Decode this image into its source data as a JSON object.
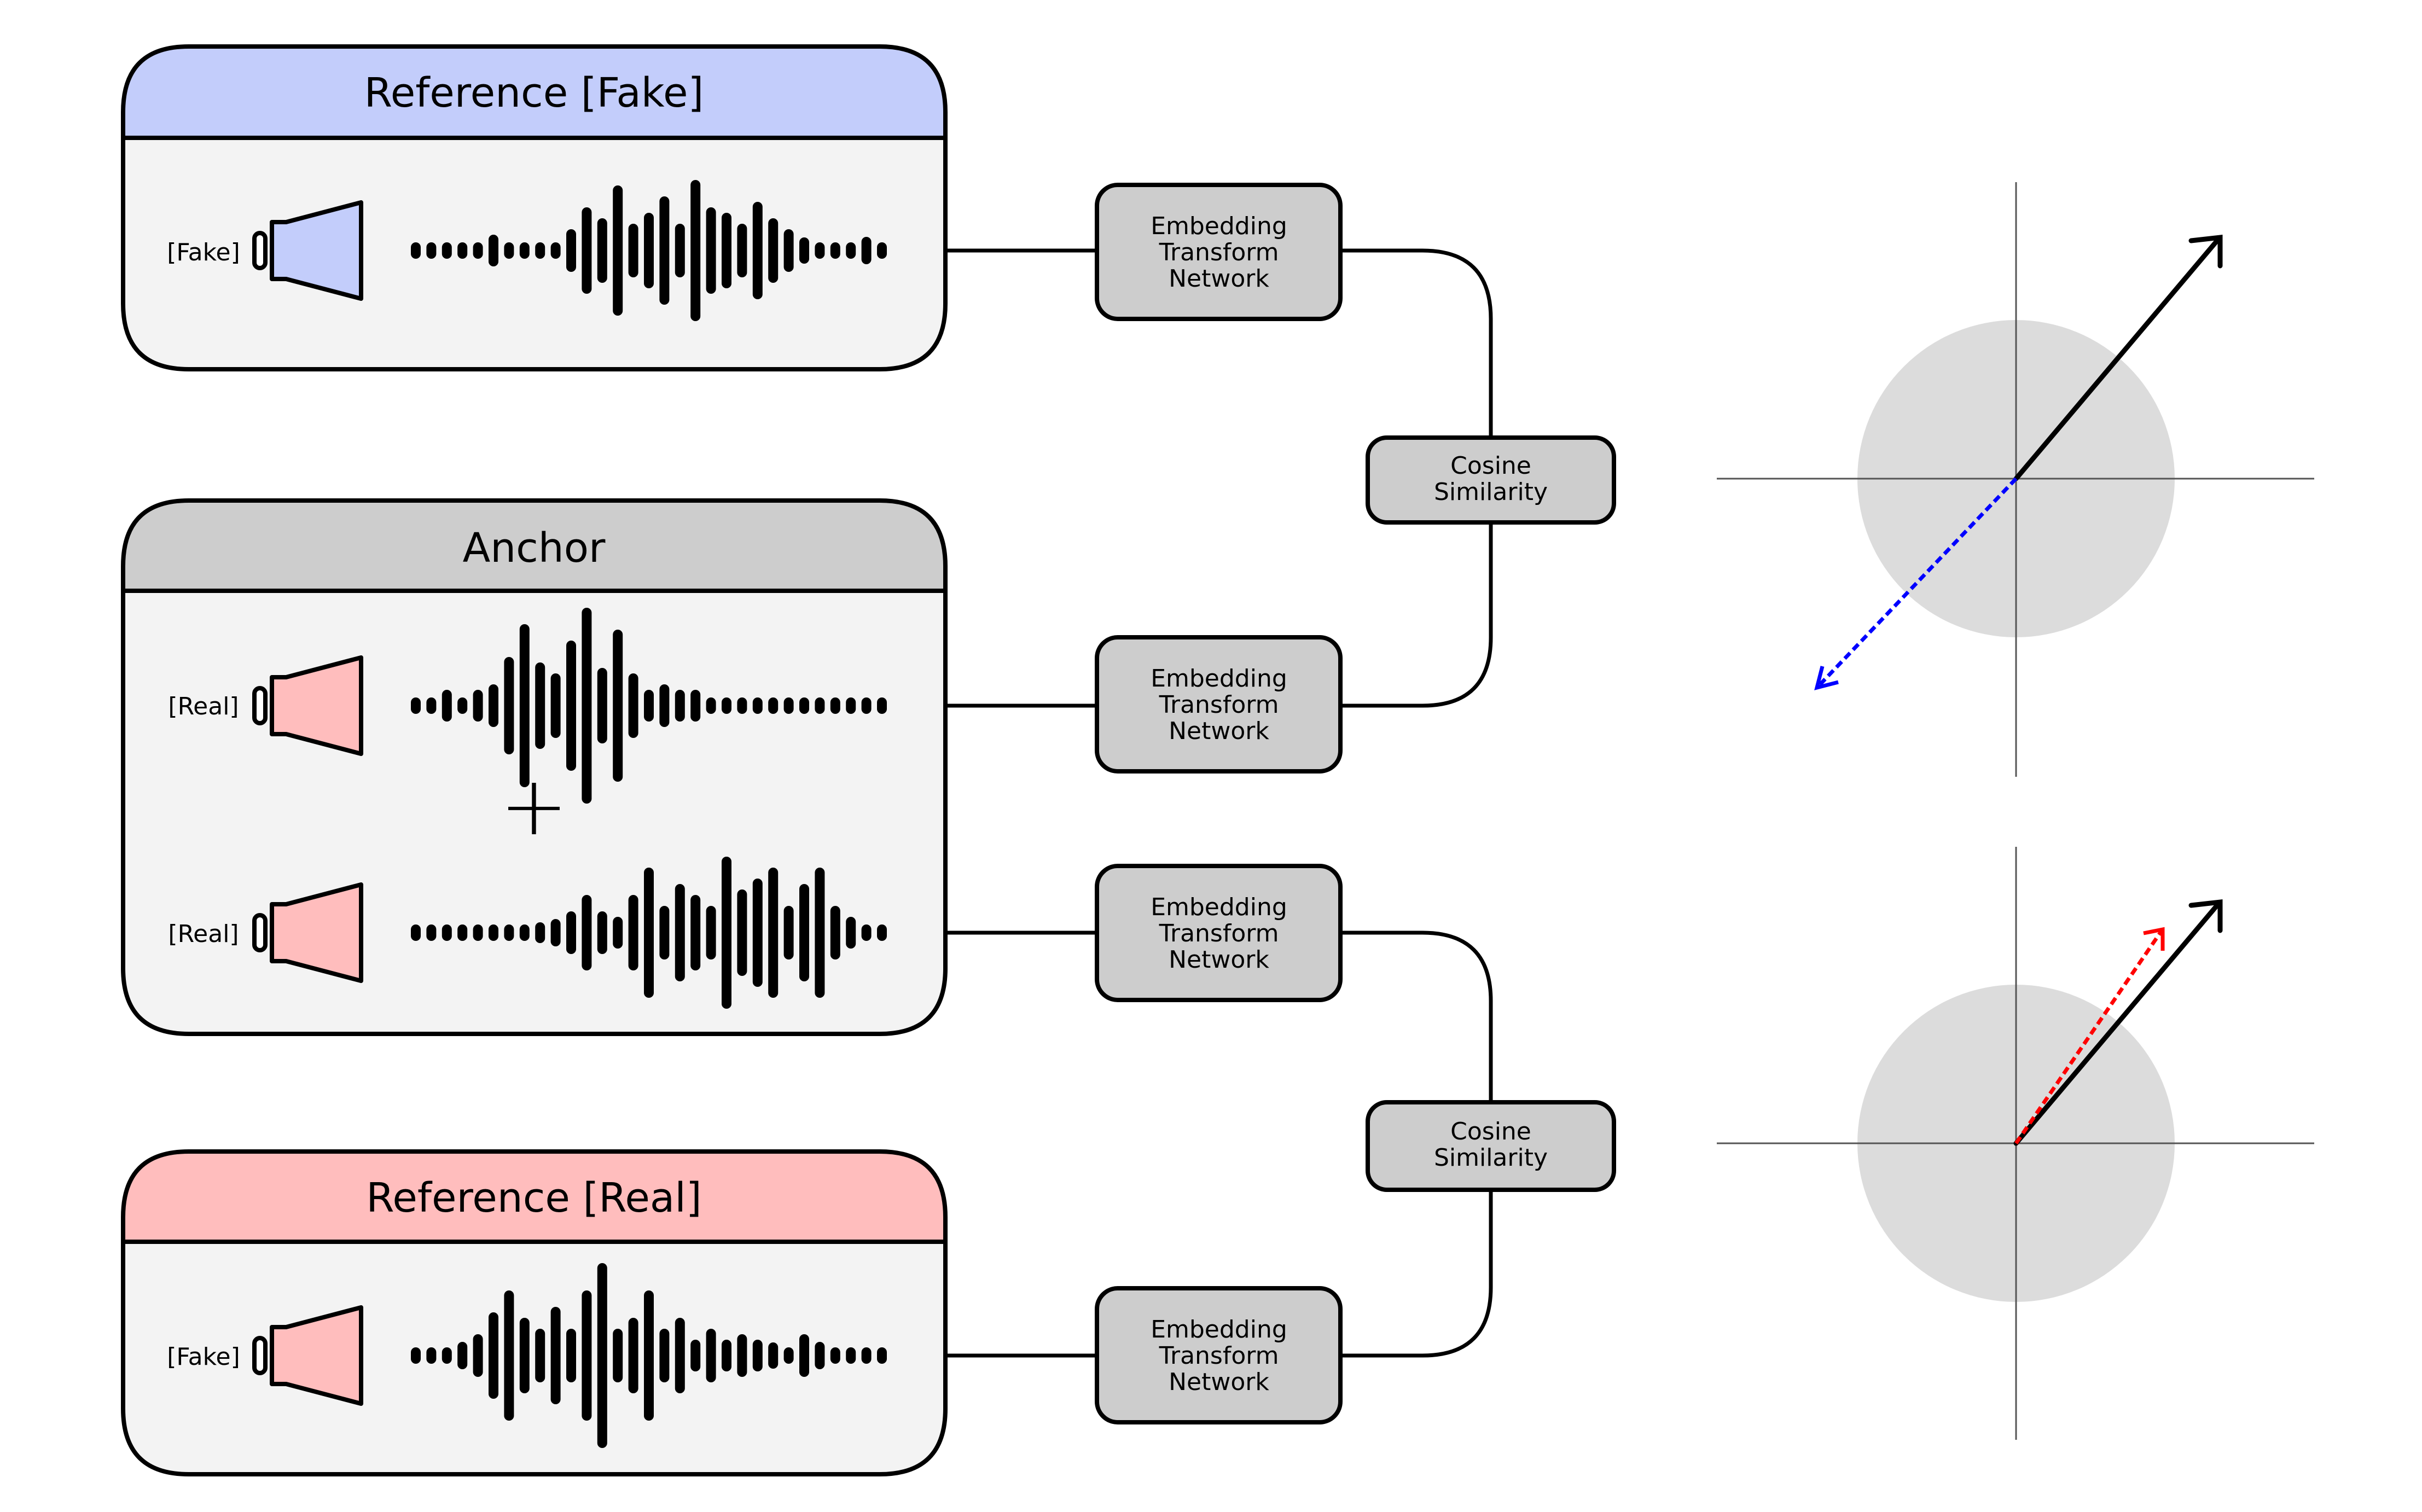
{
  "panels": {
    "ref_fake": {
      "title": "Reference [Fake]",
      "header_color": "#c3cdfb",
      "rows": [
        {
          "label": "[Fake]",
          "speaker_color": "#c3cdfb",
          "wave": [
            6,
            6,
            6,
            6,
            6,
            20,
            6,
            6,
            6,
            6,
            30,
            70,
            50,
            110,
            40,
            60,
            90,
            40,
            120,
            70,
            60,
            40,
            80,
            50,
            30,
            15,
            6,
            6,
            6,
            16,
            6
          ]
        }
      ]
    },
    "anchor": {
      "title": "Anchor",
      "header_color": "#cdcdcd",
      "rows": [
        {
          "label": "[Real]",
          "speaker_color": "#ffbdbd",
          "wave": [
            6,
            6,
            20,
            6,
            20,
            30,
            80,
            140,
            70,
            50,
            110,
            170,
            60,
            130,
            50,
            20,
            30,
            20,
            20,
            6,
            6,
            6,
            6,
            6,
            6,
            6,
            6,
            6,
            6,
            6,
            6
          ]
        },
        {
          "label": "[Real]",
          "speaker_color": "#ffbdbd",
          "wave": [
            6,
            6,
            6,
            6,
            6,
            6,
            6,
            6,
            10,
            16,
            30,
            60,
            30,
            20,
            60,
            110,
            40,
            80,
            60,
            40,
            130,
            70,
            90,
            110,
            40,
            80,
            110,
            40,
            20,
            6,
            6
          ]
        }
      ],
      "plus": "+"
    },
    "ref_real": {
      "title": "Reference [Real]",
      "header_color": "#ffbdbd",
      "rows": [
        {
          "label": "[Fake]",
          "speaker_color": "#ffbdbd",
          "wave": [
            6,
            6,
            6,
            16,
            30,
            70,
            110,
            60,
            40,
            80,
            40,
            110,
            160,
            40,
            60,
            110,
            40,
            60,
            20,
            40,
            20,
            30,
            20,
            15,
            6,
            30,
            16,
            6,
            6,
            6,
            6
          ]
        }
      ]
    }
  },
  "etn_label": [
    "Embedding",
    "Transform",
    "Network"
  ],
  "cos_label": [
    "Cosine",
    "Similarity"
  ],
  "plots": {
    "top": {
      "reference_arrow": {
        "color": "#0000ff",
        "style": "dashed",
        "direction": "opposite"
      }
    },
    "bottom": {
      "reference_arrow": {
        "color": "#ff0000",
        "style": "dashed",
        "direction": "aligned"
      }
    }
  }
}
